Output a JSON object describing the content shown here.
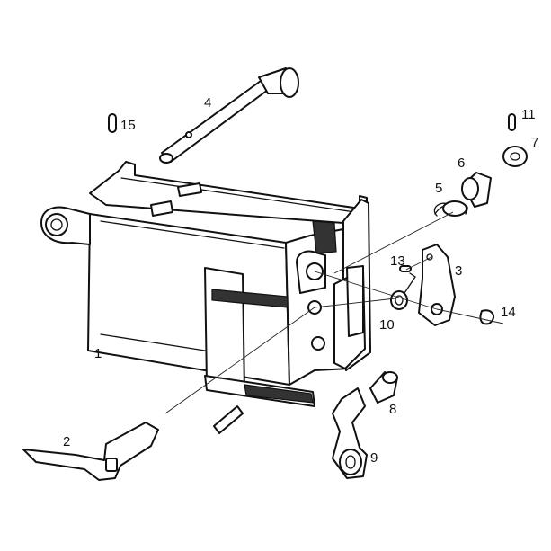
{
  "callouts": {
    "c1": "1",
    "c2": "2",
    "c3": "3",
    "c4": "4",
    "c5": "5",
    "c6": "6",
    "c7": "7",
    "c8": "8",
    "c9": "9",
    "c10": "10",
    "c11": "11",
    "c13": "13",
    "c14": "14",
    "c15": "15"
  },
  "colors": {
    "line": "#111111",
    "shade": "#333333",
    "background": "#ffffff"
  }
}
